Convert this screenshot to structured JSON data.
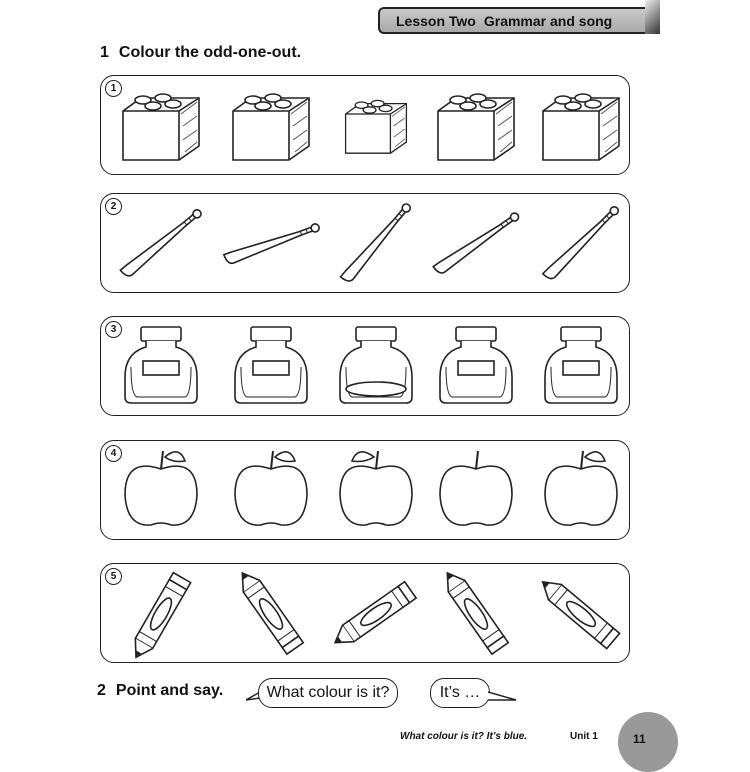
{
  "header": {
    "lesson": "Lesson Two",
    "title": "Grammar and song"
  },
  "exercise1": {
    "number": "1",
    "instruction": "Colour the odd-one-out.",
    "rows": [
      {
        "label": "1",
        "item": "lego-brick-icon"
      },
      {
        "label": "2",
        "item": "baseball-bat-icon"
      },
      {
        "label": "3",
        "item": "ink-bottle-icon"
      },
      {
        "label": "4",
        "item": "apple-icon"
      },
      {
        "label": "5",
        "item": "crayon-icon"
      }
    ]
  },
  "exercise2": {
    "number": "2",
    "instruction": "Point and say.",
    "bubble_question": "What colour is it?",
    "bubble_answer": "It’s …"
  },
  "footer": {
    "sentence": "What colour is it? It’s blue.",
    "unit": "Unit 1",
    "page": "11"
  }
}
